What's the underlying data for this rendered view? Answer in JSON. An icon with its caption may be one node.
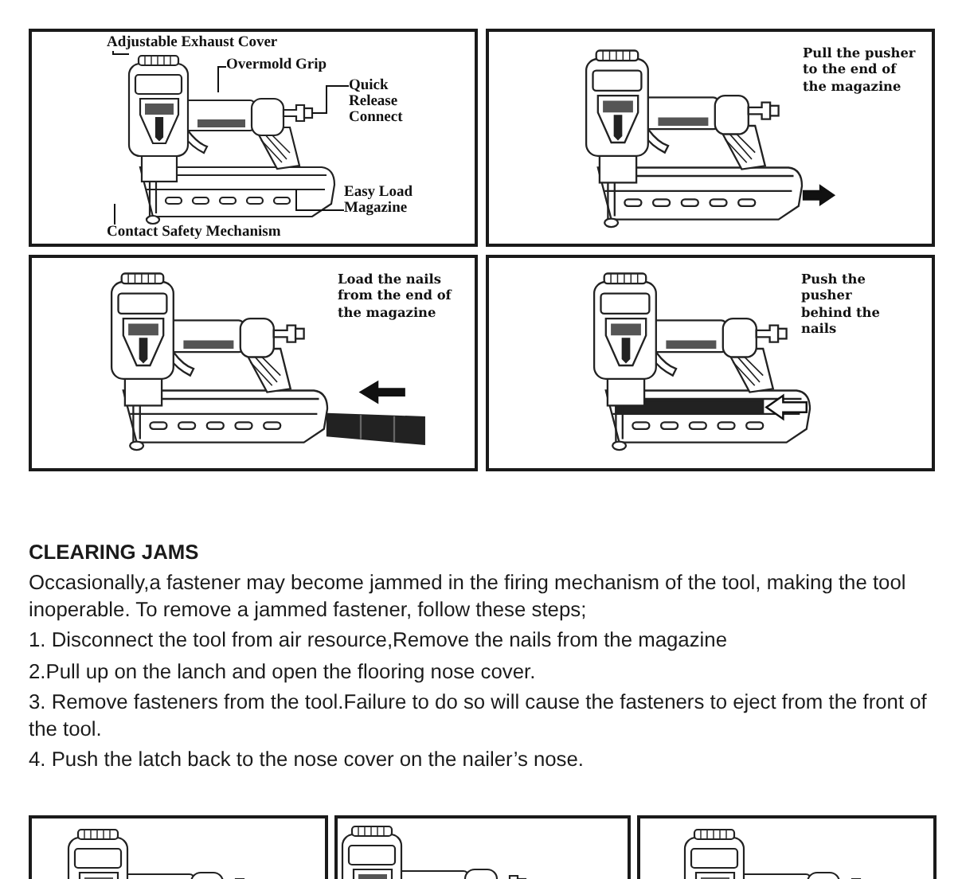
{
  "diagram": {
    "nodes": [
      {
        "text": [],
        "shape": "box"
      },
      {
        "text": [
          "Adjustable Exhaust Cover"
        ],
        "in": 0
      },
      {
        "text": [
          "Overmold Grip"
        ],
        "in": 0
      },
      {
        "text": [
          "Quick Release Connect"
        ],
        "in": 0
      },
      {
        "text": [
          "Easy Load Magazine"
        ],
        "in": 0
      },
      {
        "text": [
          "Contact Safety Mechanism"
        ],
        "in": 0
      },
      {
        "text": [
          "Pull the pusher to the end of the magazine"
        ]
      },
      {
        "text": [
          "Load the nails from the end of the magazine"
        ]
      },
      {
        "text": [
          "Push the pusher behind the nails"
        ]
      },
      {
        "text": [],
        "shape": "box"
      },
      {
        "text": [],
        "shape": "box"
      },
      {
        "text": [],
        "shape": "box"
      },
      {
        "text": [],
        "shape": "picture",
        "in": 0
      }
    ],
    "edges": [
      {
        "from": 1,
        "to": null,
        "arrow": "none"
      },
      {
        "from": 2,
        "to": null,
        "arrow": "none"
      },
      {
        "from": 3,
        "to": 12,
        "arrow": "none"
      },
      {
        "from": 4,
        "to": null,
        "arrow": "none"
      },
      {
        "from": 5,
        "to": null,
        "arrow": "none"
      }
    ],
    "labels": [
      "CLEARING JAMS",
      "Occasionally,a fastener may become jammed in the firing mechanism of the tool, making the tool inoperable. To remove a jammed fastener, follow these steps;",
      "1. Disconnect the tool from air resource,Remove the nails from the magazine",
      "2.Pull up on the lanch and open the flooring nose cover.",
      "3. Remove fasteners from the tool.Failure to do so will cause the fasteners to eject from the front of the tool.",
      "4. Push the latch back to the nose cover on the nailer’s nose."
    ]
  }
}
